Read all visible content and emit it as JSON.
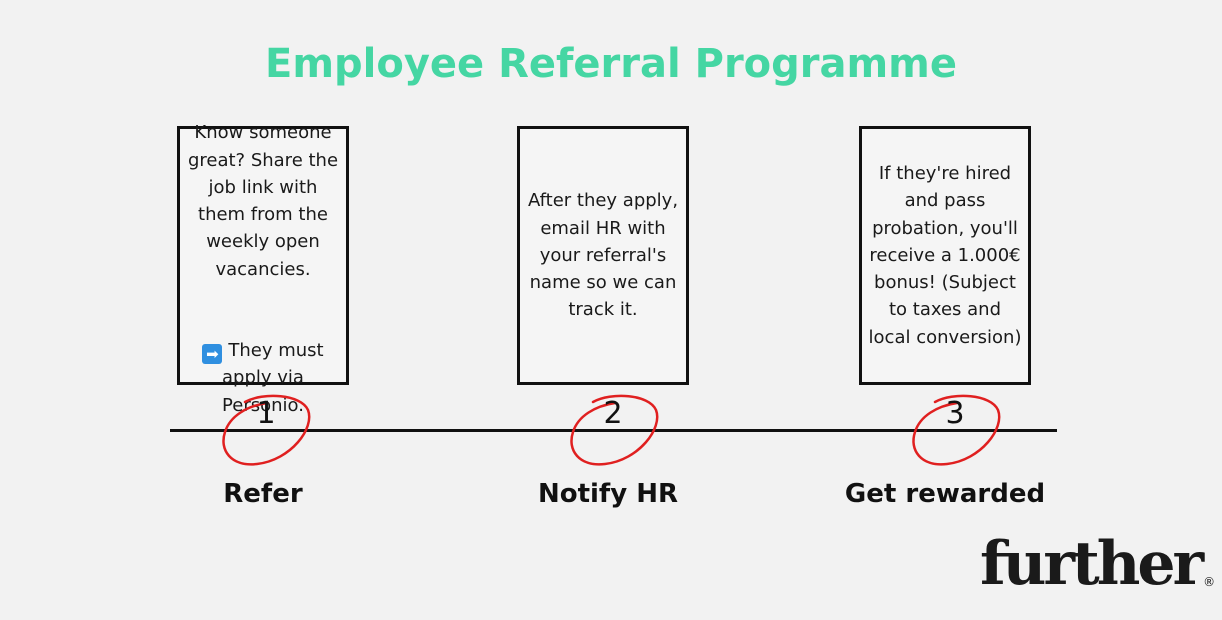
{
  "title": "Employee Referral Programme",
  "accent_color": "#45d6a3",
  "circle_color": "#e02020",
  "steps": [
    {
      "number": "1",
      "label": "Refer",
      "text_before": "Know someone great? Share the job link with them from the weekly open vacancies.",
      "arrow_icon": "right-arrow-icon",
      "arrow_glyph": "➡",
      "text_after": "They must apply via Personio."
    },
    {
      "number": "2",
      "label": "Notify HR",
      "text": "After they apply, email HR with your referral's name so we can track it."
    },
    {
      "number": "3",
      "label": "Get rewarded",
      "text": "If they're hired and pass probation, you'll receive a 1.000€ bonus! (Subject to taxes and local conversion)"
    }
  ],
  "logo": {
    "text": "further",
    "reg_mark": "®"
  }
}
